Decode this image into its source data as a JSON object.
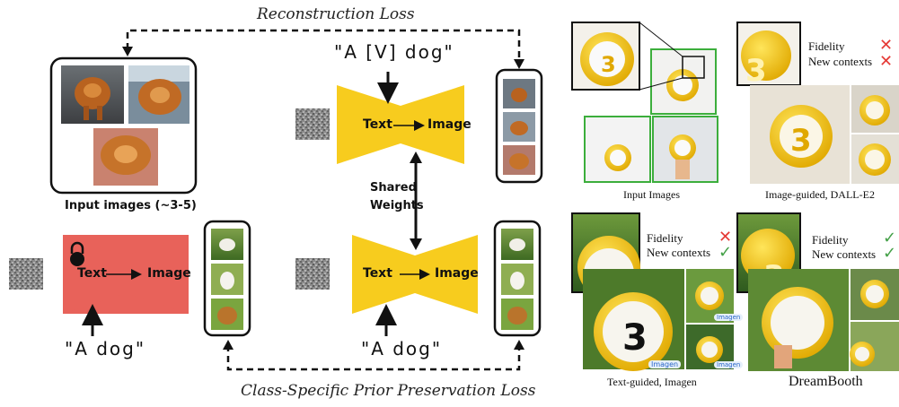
{
  "left_panel": {
    "reconstruction_loss": "Reconstruction Loss",
    "prior_preservation_loss": "Class-Specific Prior Preservation Loss",
    "input_images_caption": "Input images (~3-5)",
    "prompt_top": "\"A [V] dog\"",
    "prompt_bottom_left": "\"A dog\"",
    "prompt_bottom_right": "\"A dog\"",
    "shared_weights": [
      "Shared",
      "Weights"
    ],
    "model_text_label": "Text",
    "model_image_label": "Image",
    "colors": {
      "frozen_model": "#e8625a",
      "trained_model": "#f7cc1e"
    }
  },
  "right_panel": {
    "input_images_caption": "Input Images",
    "image_guided_caption": "Image-guided, DALL-E2",
    "text_guided_caption": "Text-guided, Imagen",
    "dreambooth_caption": "DreamBooth",
    "fidelity_label": "Fidelity",
    "new_contexts_label": "New contexts",
    "imagen_badge": "Imagen",
    "image_guided_marks": [
      "cross",
      "cross"
    ],
    "text_guided_marks": [
      "cross",
      "check"
    ],
    "dreambooth_marks": [
      "check",
      "check"
    ]
  }
}
